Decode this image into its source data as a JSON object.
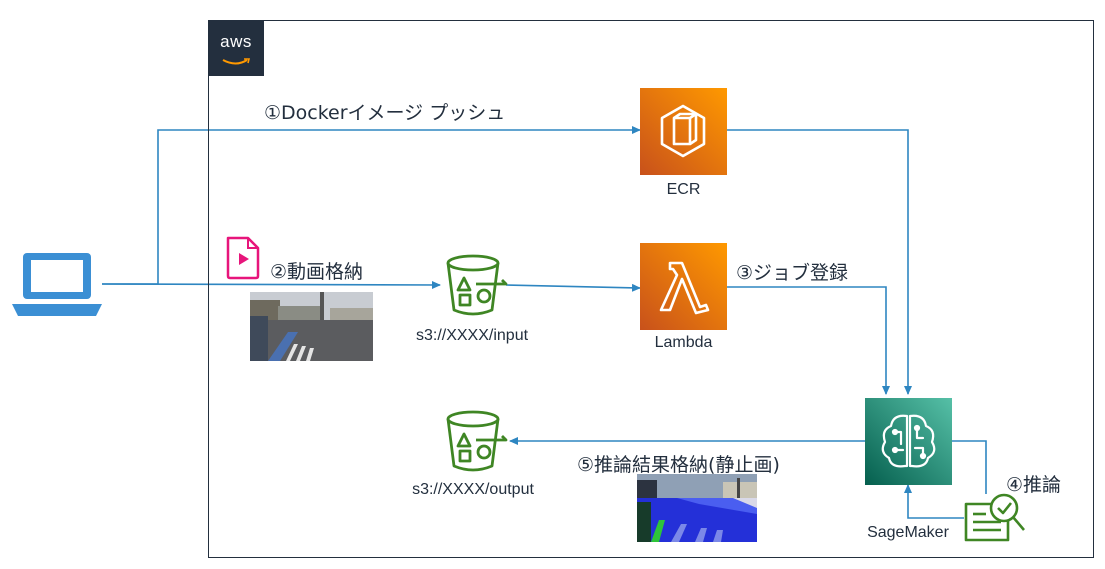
{
  "cloud": {
    "logo_text": "aws"
  },
  "services": {
    "ecr": "ECR",
    "lambda": "Lambda",
    "sagemaker": "SageMaker"
  },
  "buckets": {
    "input": "s3://XXXX/input",
    "output": "s3://XXXX/output"
  },
  "steps": {
    "step1": "①Dockerイメージ プッシュ",
    "step2": "②動画格納",
    "step3": "③ジョブ登録",
    "step4": "④推論",
    "step5": "⑤推論結果格納(静止画)"
  },
  "colors": {
    "arrow": "#2e86c1",
    "aws_dark": "#232f3e",
    "s3_green": "#3f8624",
    "compute_orange": "#ed7100",
    "ml_teal": "#01a88d",
    "laptop_blue": "#3b8fd4",
    "video_pink": "#e7157b"
  },
  "icons": [
    "laptop-icon",
    "video-file-icon",
    "ecr-icon",
    "lambda-icon",
    "sagemaker-icon",
    "s3-bucket-icon",
    "report-search-icon"
  ]
}
